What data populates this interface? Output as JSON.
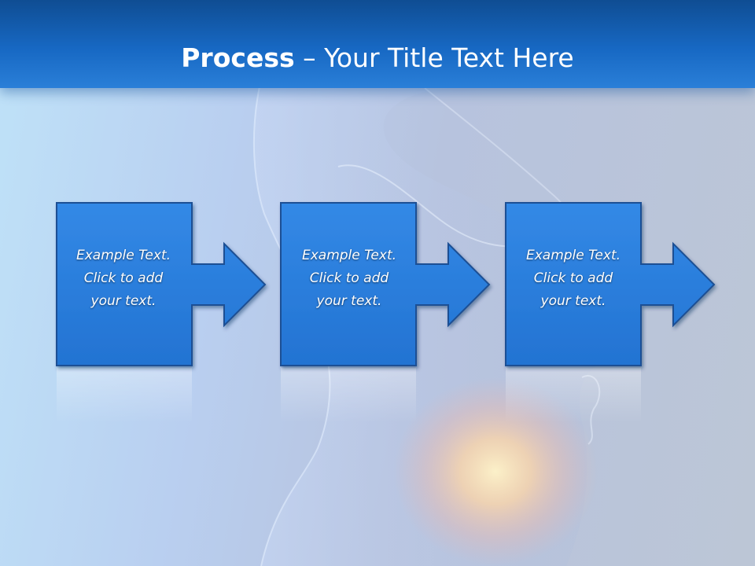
{
  "slide": {
    "title_bold": "Process",
    "title_rest": " – Your Title Text Here"
  },
  "process": {
    "steps": [
      {
        "lines": [
          "Example Text.",
          "Click  to add",
          "your text."
        ],
        "icon": "right-arrow-icon"
      },
      {
        "lines": [
          "Example Text.",
          "Click  to add",
          "your text."
        ],
        "icon": "right-arrow-icon"
      },
      {
        "lines": [
          "Example Text.",
          "Click  to add",
          "your text."
        ],
        "icon": "right-arrow-icon"
      }
    ]
  },
  "colors": {
    "header": "#1768c3",
    "box_fill": "#2e7fdc",
    "box_border": "#1b4f94",
    "text": "#ffffff"
  }
}
